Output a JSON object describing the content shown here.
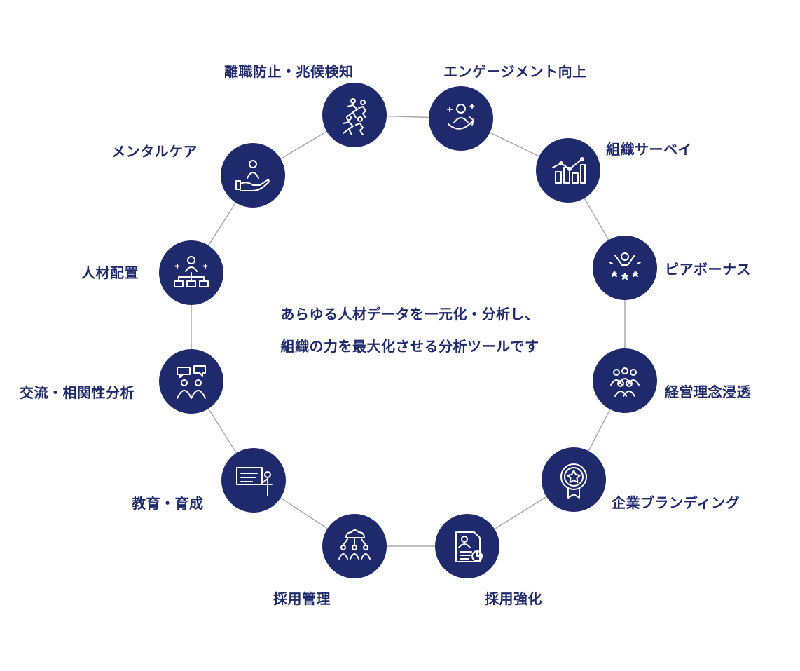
{
  "center_text": {
    "line1": "あらゆる人材データを一元化・分析し、",
    "line2": "組織の力を最大化させる分析ツールです"
  },
  "nodes": [
    {
      "id": "engagement",
      "label": "エンゲージメント向上",
      "icon": "person-growth-arrow-icon"
    },
    {
      "id": "survey",
      "label": "組織サーベイ",
      "icon": "bar-chart-icon"
    },
    {
      "id": "peer-bonus",
      "label": "ピアボーナス",
      "icon": "celebration-stars-icon"
    },
    {
      "id": "philosophy",
      "label": "経営理念浸透",
      "icon": "team-group-icon"
    },
    {
      "id": "branding",
      "label": "企業ブランディング",
      "icon": "award-badge-icon"
    },
    {
      "id": "recruit-strengthen",
      "label": "採用強化",
      "icon": "resume-document-icon"
    },
    {
      "id": "recruit-manage",
      "label": "採用管理",
      "icon": "cloud-people-icon"
    },
    {
      "id": "education",
      "label": "教育・育成",
      "icon": "presentation-board-icon"
    },
    {
      "id": "correlation",
      "label": "交流・相関性分析",
      "icon": "conversation-people-icon"
    },
    {
      "id": "placement",
      "label": "人材配置",
      "icon": "org-chart-icon"
    },
    {
      "id": "mental-care",
      "label": "メンタルケア",
      "icon": "hand-support-icon"
    },
    {
      "id": "turnover",
      "label": "離職防止・兆候検知",
      "icon": "running-people-icon"
    }
  ],
  "colors": {
    "accent": "#1f2a6d",
    "connector": "#a9a9a9"
  }
}
